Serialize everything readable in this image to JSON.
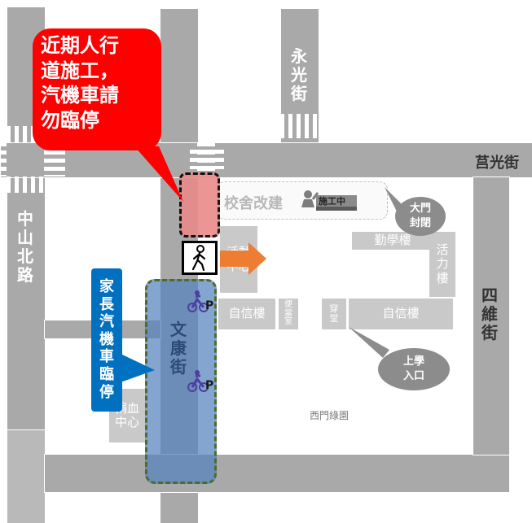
{
  "notice": {
    "text": "近期人行道施工，汽機車請勿臨停"
  },
  "notice_lines": [
    "近期人行",
    "道施工，",
    "汽機車請",
    "勿臨停"
  ],
  "parent_stop": {
    "text": "家長汽機車臨停"
  },
  "streets": {
    "zhongshan_n": "中山北路",
    "yongguang": "永光街",
    "juguang": "莒光街",
    "siwei": "四維街",
    "wenkang": "文康街"
  },
  "construction": {
    "label": "校舍改建",
    "sign": "施工中"
  },
  "buildings": {
    "activity_center": "活動中心",
    "qinxue": "勤學樓",
    "huoli": "活力樓",
    "zixin_left": "自信樓",
    "zixin_right": "自信樓",
    "store": "便當室",
    "classroom": "穿堂",
    "blood_center": "捐血中心",
    "garden": "西門綠園"
  },
  "bubbles": {
    "gate": "大門封閉",
    "gate_lines": [
      "大門",
      "封閉"
    ],
    "entrance": "上學入口",
    "entrance_lines": [
      "上學",
      "入口"
    ]
  },
  "parking_letter": "P",
  "colors": {
    "road": "#a9a9a9",
    "building": "#c9c9c9",
    "notice": "#ff0000",
    "parent_stop": "#0070c0",
    "arrow": "#ed7d31",
    "dashed_border": "#4e6b2e",
    "parking_icon": "#4b3fa0"
  },
  "icons": [
    "pedestrian-icon",
    "motorcycle-icon",
    "construction-worker-icon",
    "orange-arrow-icon"
  ]
}
